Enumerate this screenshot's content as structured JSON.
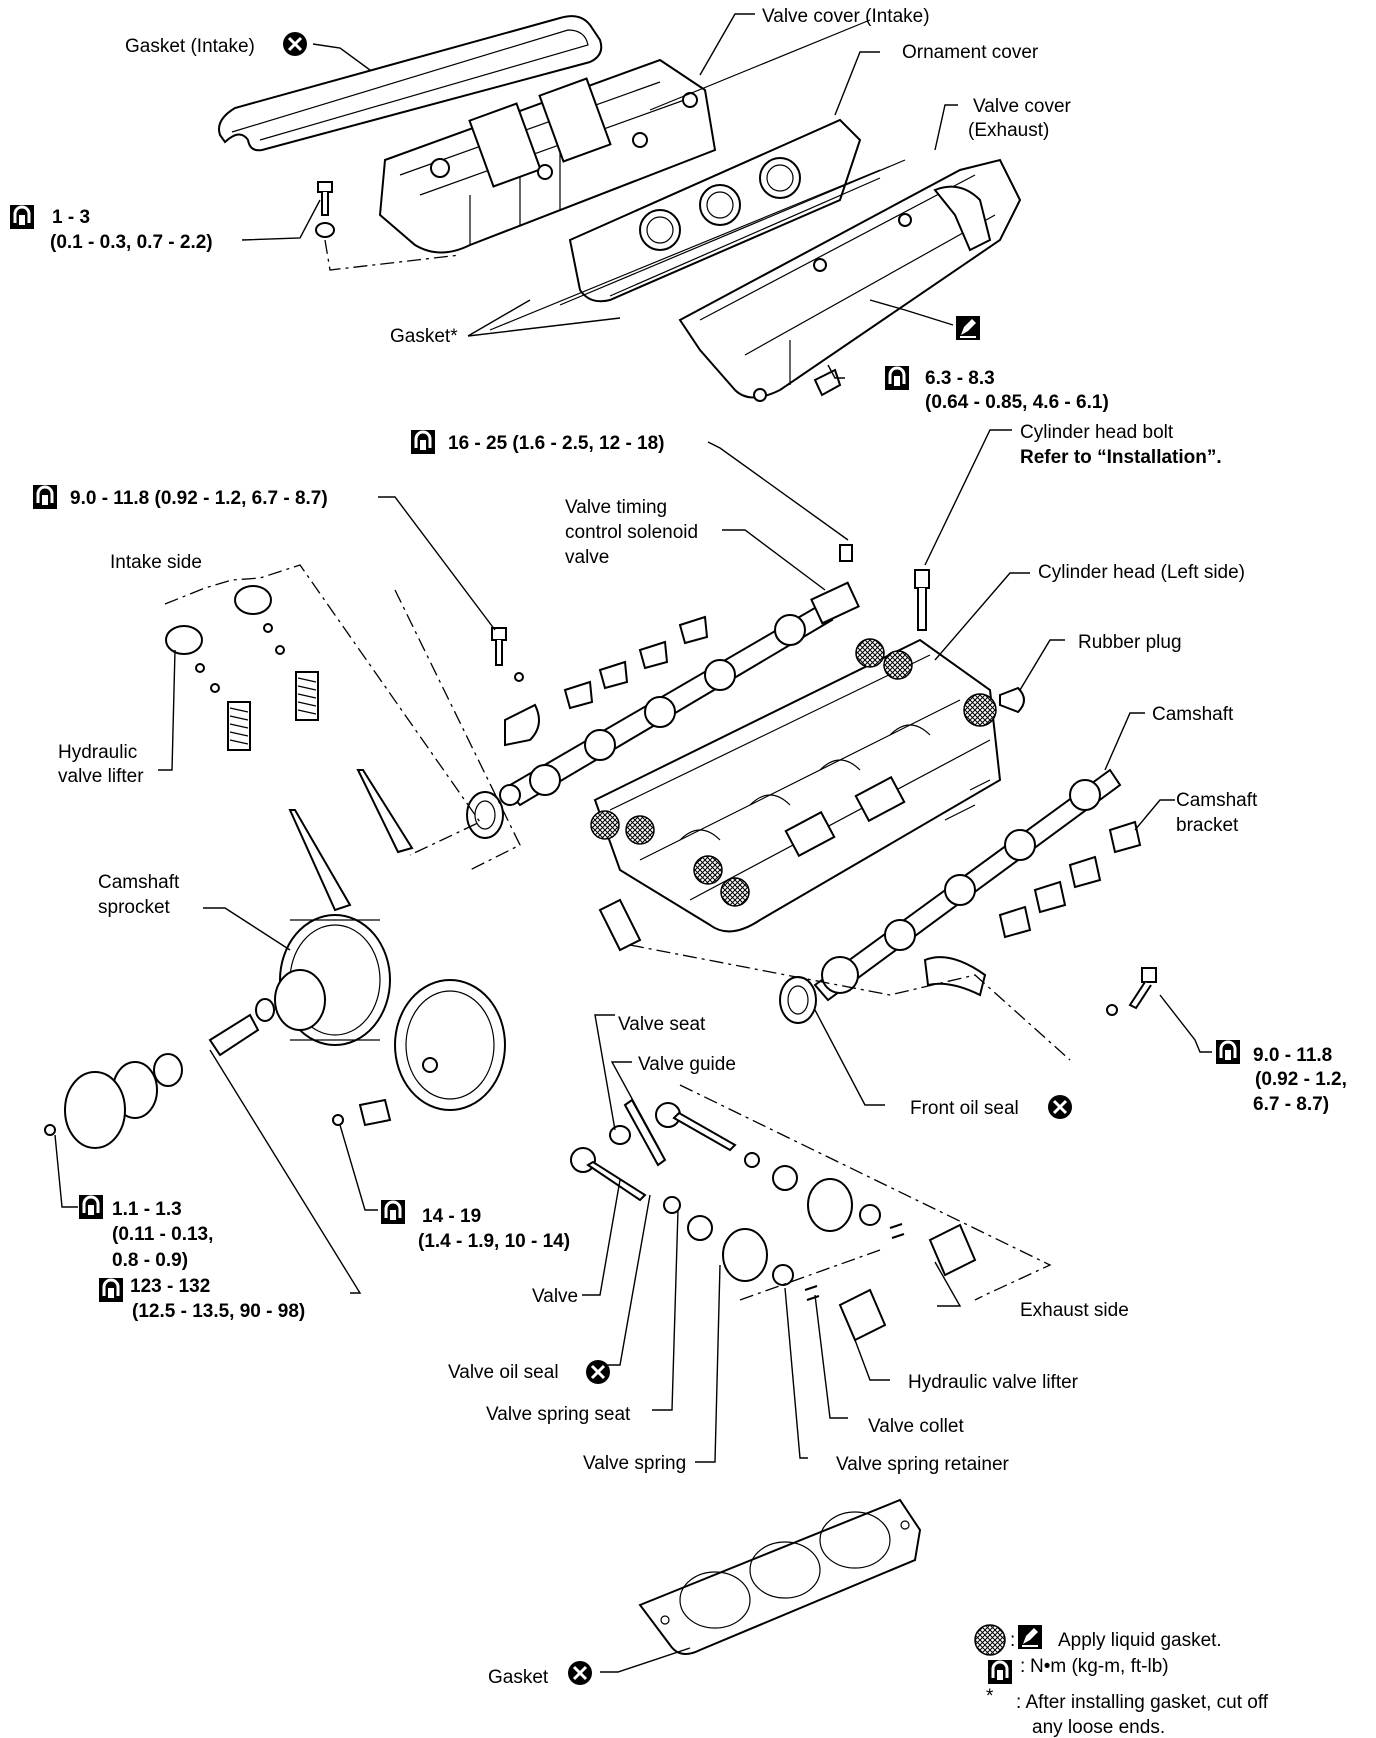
{
  "labels": {
    "gasket_intake": "Gasket (Intake)",
    "valve_cover_intake": "Valve cover (Intake)",
    "ornament_cover": "Ornament cover",
    "valve_cover_exhaust_1": "Valve cover",
    "valve_cover_exhaust_2": "(Exhaust)",
    "torque_1_3_a": "1 - 3",
    "torque_1_3_b": "(0.1 - 0.3, 0.7 - 2.2)",
    "gasket_star": "Gasket*",
    "torque_6_3_a": "6.3 - 8.3",
    "torque_6_3_b": "(0.64 - 0.85, 4.6 - 6.1)",
    "torque_16_25": "16 - 25 (1.6 - 2.5, 12 - 18)",
    "cyl_head_bolt_1": "Cylinder head bolt",
    "cyl_head_bolt_2": "Refer to “Installation”.",
    "torque_9_0_top": "9.0 - 11.8 (0.92 - 1.2, 6.7 - 8.7)",
    "vtc_1": "Valve timing",
    "vtc_2": "control solenoid",
    "vtc_3": "valve",
    "intake_side": "Intake side",
    "cyl_head_left": "Cylinder head (Left side)",
    "rubber_plug": "Rubber plug",
    "camshaft": "Camshaft",
    "hyd_lifter_1": "Hydraulic",
    "hyd_lifter_2": "valve lifter",
    "cam_bracket_1": "Camshaft",
    "cam_bracket_2": "bracket",
    "cam_sprocket_1": "Camshaft",
    "cam_sprocket_2": "sprocket",
    "valve_seat": "Valve seat",
    "valve_guide": "Valve guide",
    "front_oil_seal": "Front oil seal",
    "torque_9_0_right_a": "9.0 - 11.8",
    "torque_9_0_right_b": "(0.92 - 1.2,",
    "torque_9_0_right_c": "6.7 - 8.7)",
    "torque_1_1_a": "1.1 - 1.3",
    "torque_1_1_b": "(0.11 - 0.13,",
    "torque_1_1_c": "0.8 - 0.9)",
    "torque_14_a": "14 - 19",
    "torque_14_b": "(1.4 - 1.9, 10 - 14)",
    "torque_123_a": "123 - 132",
    "torque_123_b": "(12.5 - 13.5, 90 - 98)",
    "valve": "Valve",
    "exhaust_side": "Exhaust side",
    "valve_oil_seal": "Valve oil seal",
    "hyd_valve_lifter": "Hydraulic valve lifter",
    "valve_spring_seat": "Valve spring seat",
    "valve_collet": "Valve collet",
    "valve_spring": "Valve spring",
    "valve_spring_retainer": "Valve spring retainer",
    "gasket_bottom": "Gasket"
  },
  "legend": {
    "liquid_gasket": "Apply liquid gasket.",
    "torque_units": "N•m (kg-m, ft-lb)",
    "note_1": ": After installing gasket, cut off",
    "note_2": "any loose ends."
  },
  "icons": {
    "replace": "replace-x-icon",
    "torque": "torque-wrench-icon",
    "liquid_gasket": "liquid-gasket-icon",
    "sealant_area": "sealant-area-icon"
  }
}
